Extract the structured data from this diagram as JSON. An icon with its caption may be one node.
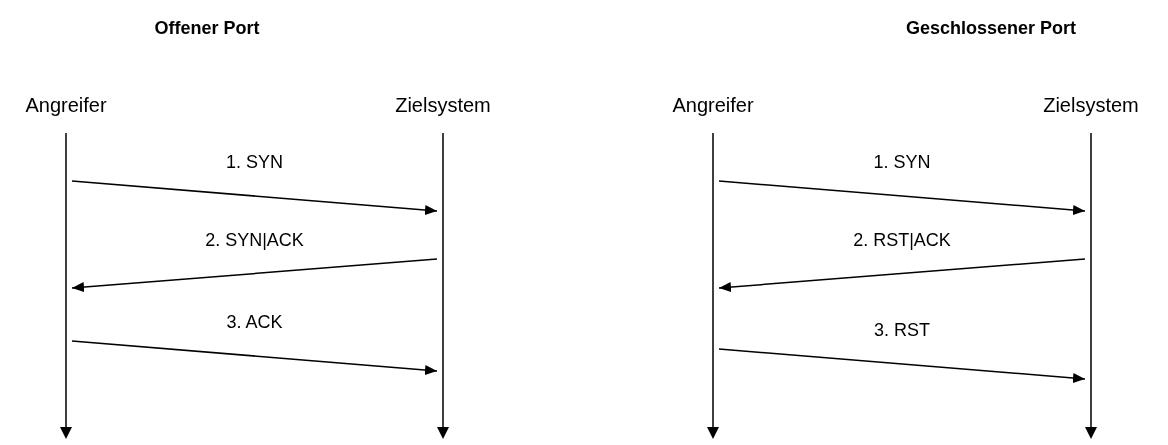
{
  "diagram": {
    "nodes": [
      {
        "text": [],
        "shape": "bar",
        "beside": [
          "Angreifer"
        ]
      },
      {
        "text": [],
        "shape": "bar",
        "beside": [
          "Zielsystem"
        ]
      },
      {
        "text": [],
        "shape": "bar",
        "beside": [
          "Angreifer"
        ]
      },
      {
        "text": [],
        "shape": "bar",
        "beside": [
          "Zielsystem"
        ]
      }
    ],
    "edges": [
      {
        "from": 0,
        "to": 1,
        "arrow": "to",
        "label": "1. SYN"
      },
      {
        "from": 1,
        "to": 0,
        "arrow": "to",
        "label": "2. SYN|ACK"
      },
      {
        "from": 0,
        "to": 1,
        "arrow": "to",
        "label": "3. ACK"
      },
      {
        "from": 2,
        "to": 3,
        "arrow": "to",
        "label": "1. SYN"
      },
      {
        "from": 3,
        "to": 2,
        "arrow": "to",
        "label": "2. RST|ACK"
      },
      {
        "from": 2,
        "to": 3,
        "arrow": "to",
        "label": "3. RST"
      }
    ],
    "labels": [
      "Offener Port",
      "Geschlossener Port"
    ]
  }
}
